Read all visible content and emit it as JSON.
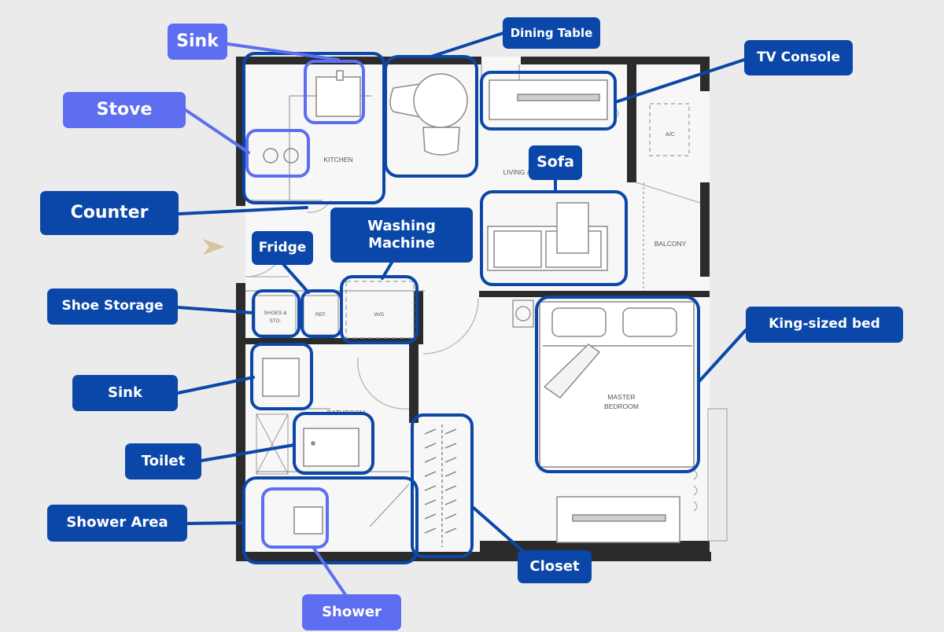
{
  "colors": {
    "background": "#ebebeb",
    "callout_dark": "#0b47a8",
    "callout_light": "#5d6ff0",
    "wall": "#2b2b2b",
    "entry_arrow": "#d8c39a"
  },
  "room_labels": {
    "kitchen": "KITCHEN",
    "living": "LIVING & DINING ROOM",
    "balcony": "BALCONY",
    "ac": "A/C",
    "bathroom": "BATHROOM",
    "master_line1": "MASTER",
    "master_line2": "BEDROOM",
    "shoes_line1": "SHOES &",
    "shoes_line2": "STO.",
    "ref": "REF.",
    "wd": "W/D"
  },
  "callouts": {
    "sink_kitchen": "Sink",
    "stove": "Stove",
    "counter": "Counter",
    "dining_table": "Dining Table",
    "tv_console": "TV Console",
    "sofa": "Sofa",
    "fridge": "Fridge",
    "washing_machine_line1": "Washing",
    "washing_machine_line2": "Machine",
    "shoe_storage": "Shoe Storage",
    "sink_bath": "Sink",
    "toilet": "Toilet",
    "shower_area": "Shower Area",
    "shower": "Shower",
    "closet": "Closet",
    "king_bed": "King-sized bed"
  }
}
